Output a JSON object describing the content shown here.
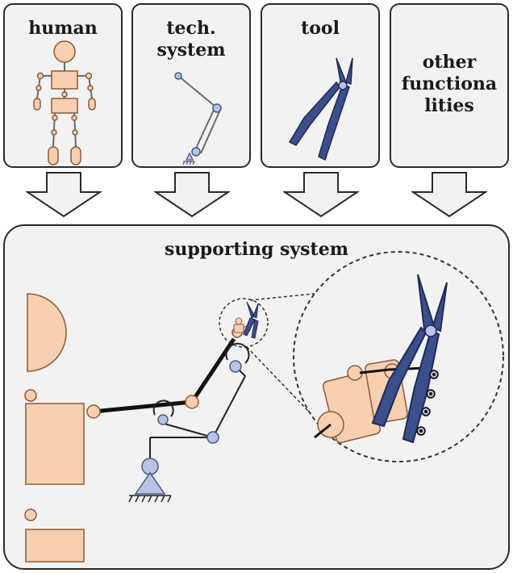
{
  "cards": [
    {
      "title": "human"
    },
    {
      "title": "tech.\nsystem"
    },
    {
      "title": "tool"
    },
    {
      "title": "other\nfunctiona\nlities"
    }
  ],
  "supporting": {
    "title": "supporting system"
  },
  "colors": {
    "skin": "#f8d0b0",
    "skin_stroke": "#8a5a3c",
    "tool": "#3b4f8c",
    "tool_light": "#b8c4e6",
    "panel": "#f2f2f2",
    "border": "#2b2b2b"
  }
}
